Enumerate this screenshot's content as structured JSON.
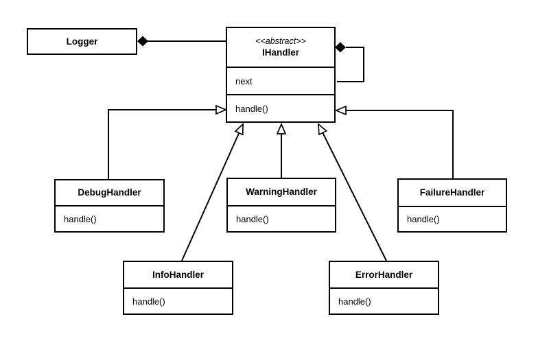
{
  "diagram": {
    "kind": "uml-class-diagram",
    "classes": {
      "logger": {
        "name": "Logger"
      },
      "ihandler": {
        "stereotype": "<<abstract>>",
        "name": "IHandler",
        "attribute": "next",
        "method": "handle()"
      },
      "debug": {
        "name": "DebugHandler",
        "method": "handle()"
      },
      "warning": {
        "name": "WarningHandler",
        "method": "handle()"
      },
      "failure": {
        "name": "FailureHandler",
        "method": "handle()"
      },
      "info": {
        "name": "InfoHandler",
        "method": "handle()"
      },
      "error": {
        "name": "ErrorHandler",
        "method": "handle()"
      }
    },
    "relationships": [
      {
        "from": "Logger",
        "to": "IHandler",
        "type": "composition"
      },
      {
        "from": "IHandler",
        "to": "IHandler",
        "type": "composition-self"
      },
      {
        "from": "DebugHandler",
        "to": "IHandler",
        "type": "generalization"
      },
      {
        "from": "InfoHandler",
        "to": "IHandler",
        "type": "generalization"
      },
      {
        "from": "WarningHandler",
        "to": "IHandler",
        "type": "generalization"
      },
      {
        "from": "ErrorHandler",
        "to": "IHandler",
        "type": "generalization"
      },
      {
        "from": "FailureHandler",
        "to": "IHandler",
        "type": "generalization"
      }
    ],
    "colors": {
      "line": "#000000",
      "text": "#000000",
      "box_fill": "#ffffff",
      "background": "#ffffff"
    }
  }
}
